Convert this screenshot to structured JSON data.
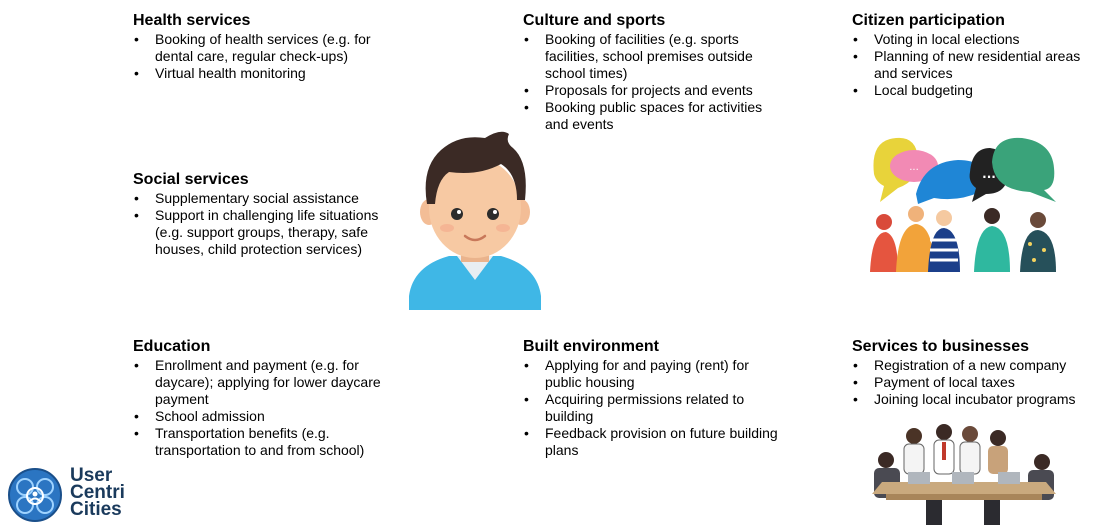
{
  "categories": [
    {
      "title": "Health services",
      "items": [
        "Booking of health services (e.g. for dental care, regular check-ups)",
        "Virtual health monitoring"
      ]
    },
    {
      "title": "Culture and sports",
      "items": [
        "Booking of facilities (e.g. sports facilities, school premises outside school times)",
        "Proposals for projects and events",
        "Booking public spaces for activities and events"
      ]
    },
    {
      "title": "Citizen participation",
      "items": [
        "Voting in local elections",
        "Planning of new residential areas and services",
        "Local budgeting"
      ]
    },
    {
      "title": "Social services",
      "items": [
        "Supplementary social assistance",
        "Support in challenging life situations (e.g. support groups, therapy, safe houses, child protection services)"
      ]
    },
    {
      "title": "Education",
      "items": [
        "Enrollment and payment (e.g. for daycare); applying for lower daycare payment",
        "School admission",
        "Transportation benefits (e.g. transportation to and from school)"
      ]
    },
    {
      "title": "Built environment",
      "items": [
        "Applying for and paying (rent) for public housing",
        "Acquiring permissions related to building",
        "Feedback provision on future building plans"
      ]
    },
    {
      "title": "Services to businesses",
      "items": [
        "Registration of a new company",
        "Payment of local taxes",
        "Joining local incubator programs"
      ]
    }
  ],
  "logo": {
    "lines": [
      "User",
      "Centri",
      "Cities"
    ]
  },
  "bubble_text": [
    "...",
    "..."
  ],
  "icons": {
    "citizen": "citizen-avatar-icon",
    "participation": "speech-bubbles-people-icon",
    "business": "business-meeting-icon",
    "logo": "usercentricities-logo-icon"
  },
  "colors": {
    "logo_text": "#1a3a5c",
    "skin": "#f7c9a3",
    "hair": "#3b2a25",
    "shirt": "#3fb7e6"
  }
}
